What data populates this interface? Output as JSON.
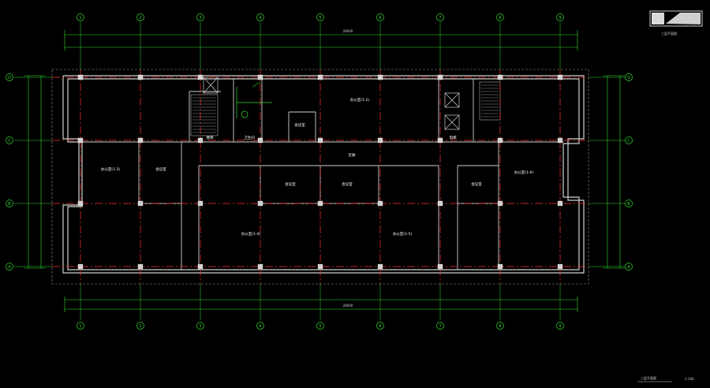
{
  "drawing": {
    "bottom_caption": "三层平面图",
    "scale_label": "1:100",
    "title_stamp_text": "三层平面图"
  },
  "axes": {
    "columns": [
      "1",
      "2",
      "3",
      "4",
      "5",
      "6",
      "7",
      "8",
      "9"
    ],
    "rows": [
      "A",
      "B",
      "C",
      "D"
    ]
  },
  "dimensions": {
    "top_total": "28000",
    "bottom_total": "28000"
  },
  "rooms": {
    "r1": "办公室(1-2)",
    "r2": "会议室",
    "r3": "办公室(1-3)",
    "r4": "走廊",
    "r5": "会议室",
    "r6": "会议室",
    "r7": "办公室(1-4)",
    "r8": "办公室(1-5)",
    "r9": "会议室",
    "r10": "办公室(1-6)",
    "r11": "卫生间",
    "r12": "楼梯",
    "r13": "电梯"
  }
}
